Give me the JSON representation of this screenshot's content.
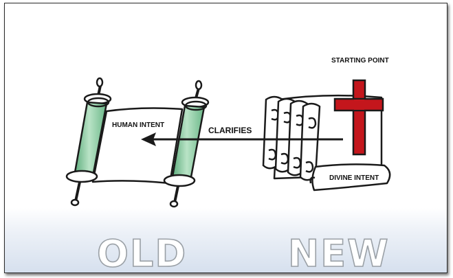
{
  "labels": {
    "starting_point": "STARTING POINT",
    "human_intent": "HUMAN INTENT",
    "clarifies": "CLARIFIES",
    "divine_intent": "DIVINE INTENT",
    "old": "OLD",
    "new": "NEW"
  },
  "colors": {
    "scroll_roller": "#8cc9a2",
    "cross": "#c4161c",
    "outline": "#1a1a1a",
    "outline_text": "#9aa0a6",
    "background_bottom": "#d6e0ee"
  },
  "icons": [
    "torah-scroll-icon",
    "stacked-scrolls-icon",
    "cross-icon",
    "arrow-left-icon"
  ]
}
